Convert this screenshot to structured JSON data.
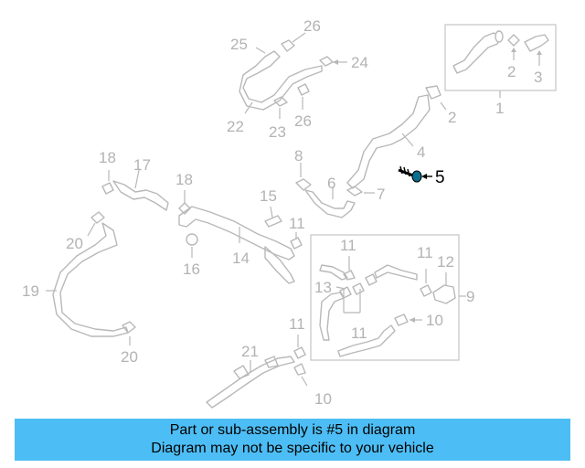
{
  "diagram": {
    "highlighted_part": "5",
    "callouts": [
      {
        "id": "c1",
        "label": "1"
      },
      {
        "id": "c2a",
        "label": "2"
      },
      {
        "id": "c2b",
        "label": "2"
      },
      {
        "id": "c3",
        "label": "3"
      },
      {
        "id": "c4",
        "label": "4"
      },
      {
        "id": "c5",
        "label": "5"
      },
      {
        "id": "c6",
        "label": "6"
      },
      {
        "id": "c7",
        "label": "7"
      },
      {
        "id": "c8",
        "label": "8"
      },
      {
        "id": "c9",
        "label": "9"
      },
      {
        "id": "c10a",
        "label": "10"
      },
      {
        "id": "c10b",
        "label": "10"
      },
      {
        "id": "c11a",
        "label": "11"
      },
      {
        "id": "c11b",
        "label": "11"
      },
      {
        "id": "c11c",
        "label": "11"
      },
      {
        "id": "c11d",
        "label": "11"
      },
      {
        "id": "c11e",
        "label": "11"
      },
      {
        "id": "c12",
        "label": "12"
      },
      {
        "id": "c13",
        "label": "13"
      },
      {
        "id": "c14",
        "label": "14"
      },
      {
        "id": "c15",
        "label": "15"
      },
      {
        "id": "c16",
        "label": "16"
      },
      {
        "id": "c17",
        "label": "17"
      },
      {
        "id": "c18a",
        "label": "18"
      },
      {
        "id": "c18b",
        "label": "18"
      },
      {
        "id": "c19",
        "label": "19"
      },
      {
        "id": "c20a",
        "label": "20"
      },
      {
        "id": "c20b",
        "label": "20"
      },
      {
        "id": "c21",
        "label": "21"
      },
      {
        "id": "c22",
        "label": "22"
      },
      {
        "id": "c23",
        "label": "23"
      },
      {
        "id": "c24",
        "label": "24"
      },
      {
        "id": "c25",
        "label": "25"
      },
      {
        "id": "c26a",
        "label": "26"
      },
      {
        "id": "c26b",
        "label": "26"
      }
    ]
  },
  "banner": {
    "line1": "Part or sub-assembly is #5 in diagram",
    "line2": "Diagram may not be specific to your vehicle",
    "color": "#4dbef5"
  }
}
